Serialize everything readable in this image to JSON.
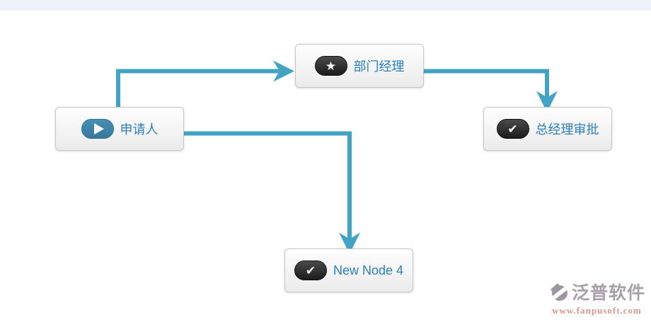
{
  "flowchart": {
    "nodes": [
      {
        "id": "applicant",
        "label": "申请人",
        "icon": "play-icon"
      },
      {
        "id": "dept-manager",
        "label": "部门经理",
        "icon": "star-icon"
      },
      {
        "id": "gm-approval",
        "label": "总经理审批",
        "icon": "check-icon"
      },
      {
        "id": "new-node-4",
        "label": "New Node 4",
        "icon": "check-icon"
      }
    ],
    "connections": [
      {
        "from": "申请人",
        "to": "部门经理"
      },
      {
        "from": "部门经理",
        "to": "总经理审批"
      },
      {
        "from": "申请人",
        "to": "New Node 4"
      }
    ]
  },
  "glyphs": {
    "star": "★",
    "check": "✔"
  },
  "watermark": {
    "brand": "泛普软件",
    "url": "www.fanpusoft.com"
  },
  "colors": {
    "connector": "#43a3c4",
    "node_label": "#2b7fbd",
    "play_pill": "#3d87ad",
    "dark_pill": "#2a2a2a",
    "topbar": "#edf2fb",
    "watermark_text": "#a89fa9",
    "watermark_url": "#e1948b"
  }
}
